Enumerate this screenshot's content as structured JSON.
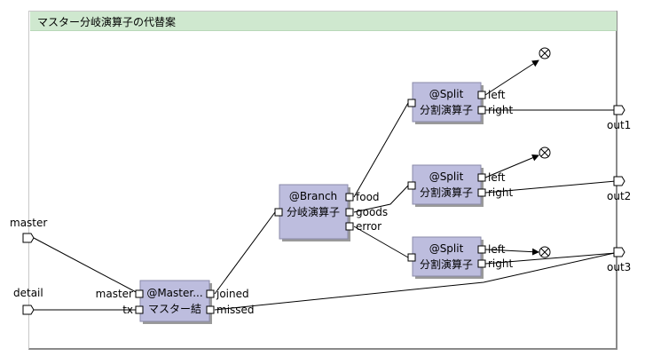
{
  "window": {
    "title": "マスター分岐演算子の代替案"
  },
  "inputs": {
    "master": "master",
    "detail": "detail"
  },
  "outputs": {
    "out1": "out1",
    "out2": "out2",
    "out3": "out3"
  },
  "nodes": {
    "master_join": {
      "title": "@Master...",
      "subtitle": "マスター結",
      "in_ports": [
        "master",
        "tx"
      ],
      "out_ports": [
        "joined",
        "missed"
      ]
    },
    "branch": {
      "title": "@Branch",
      "subtitle": "分岐演算子",
      "out_ports": [
        "food",
        "goods",
        "error"
      ]
    },
    "split1": {
      "title": "@Split",
      "subtitle": "分割演算子",
      "out_ports": [
        "left",
        "right"
      ]
    },
    "split2": {
      "title": "@Split",
      "subtitle": "分割演算子",
      "out_ports": [
        "left",
        "right"
      ]
    },
    "split3": {
      "title": "@Split",
      "subtitle": "分割演算子",
      "out_ports": [
        "left",
        "right"
      ]
    }
  },
  "colors": {
    "node_fill": "#bdbdde",
    "title_bar": "#cfe8cf"
  }
}
